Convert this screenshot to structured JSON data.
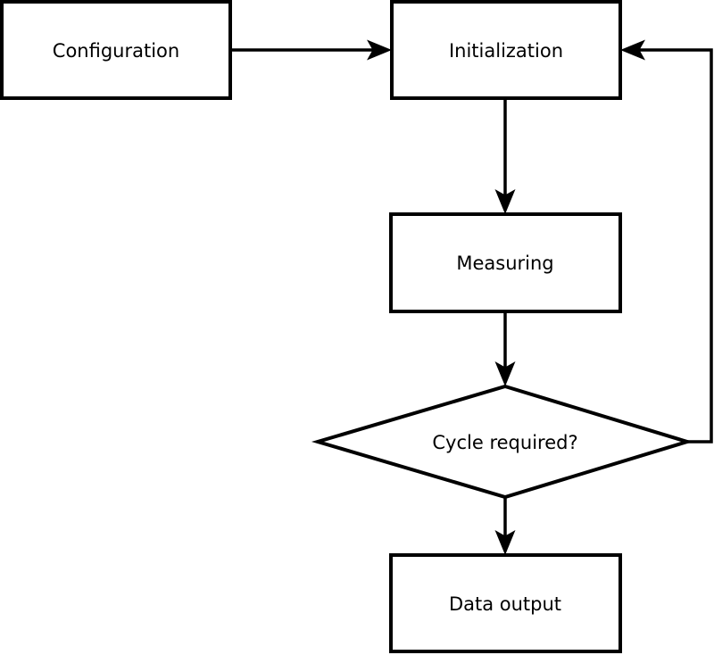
{
  "diagram": {
    "type": "flowchart",
    "colors": {
      "stroke": "#000000",
      "node_fill": "#ffffff",
      "text": "#000000",
      "background": "#ffffff"
    },
    "nodes": [
      {
        "id": "configuration",
        "shape": "rect",
        "label": "Configuration"
      },
      {
        "id": "initialization",
        "shape": "rect",
        "label": "Initialization"
      },
      {
        "id": "measuring",
        "shape": "rect",
        "label": "Measuring"
      },
      {
        "id": "cycle-required",
        "shape": "diamond",
        "label": "Cycle required?"
      },
      {
        "id": "data-output",
        "shape": "rect",
        "label": "Data output"
      }
    ],
    "edges": [
      {
        "from": "configuration",
        "to": "initialization",
        "direction": "right"
      },
      {
        "from": "initialization",
        "to": "measuring",
        "direction": "down"
      },
      {
        "from": "measuring",
        "to": "cycle-required",
        "direction": "down"
      },
      {
        "from": "cycle-required",
        "to": "data-output",
        "direction": "down"
      },
      {
        "from": "cycle-required",
        "to": "initialization",
        "direction": "right-up-left-loop"
      }
    ]
  }
}
